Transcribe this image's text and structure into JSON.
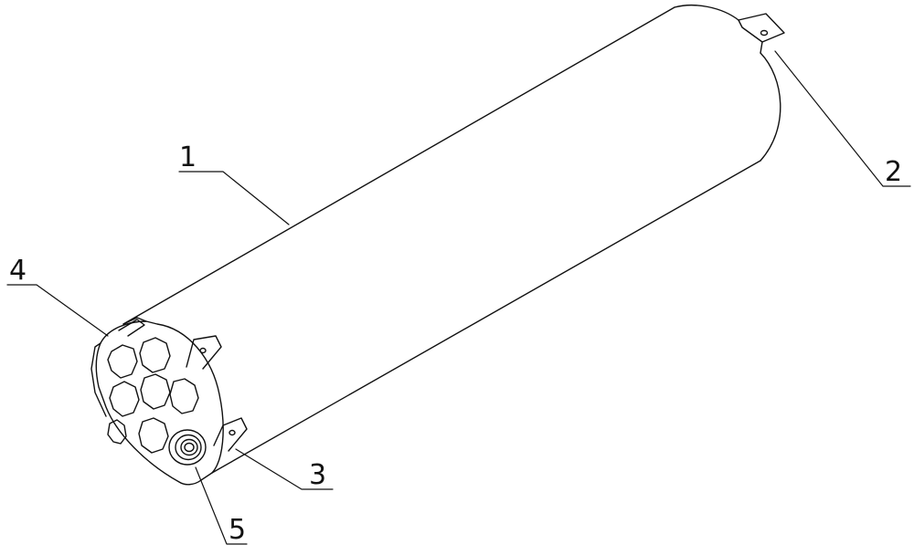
{
  "figure": {
    "labels": [
      {
        "id": "1",
        "text": "1",
        "part": "cylindrical-housing"
      },
      {
        "id": "2",
        "text": "2",
        "part": "mounting-tab-far-end"
      },
      {
        "id": "3",
        "text": "3",
        "part": "terminal-tab"
      },
      {
        "id": "4",
        "text": "4",
        "part": "honeycomb-end-cap"
      },
      {
        "id": "5",
        "text": "5",
        "part": "central-bushing"
      }
    ]
  },
  "colors": {
    "line": "#111111",
    "background": "#ffffff"
  }
}
